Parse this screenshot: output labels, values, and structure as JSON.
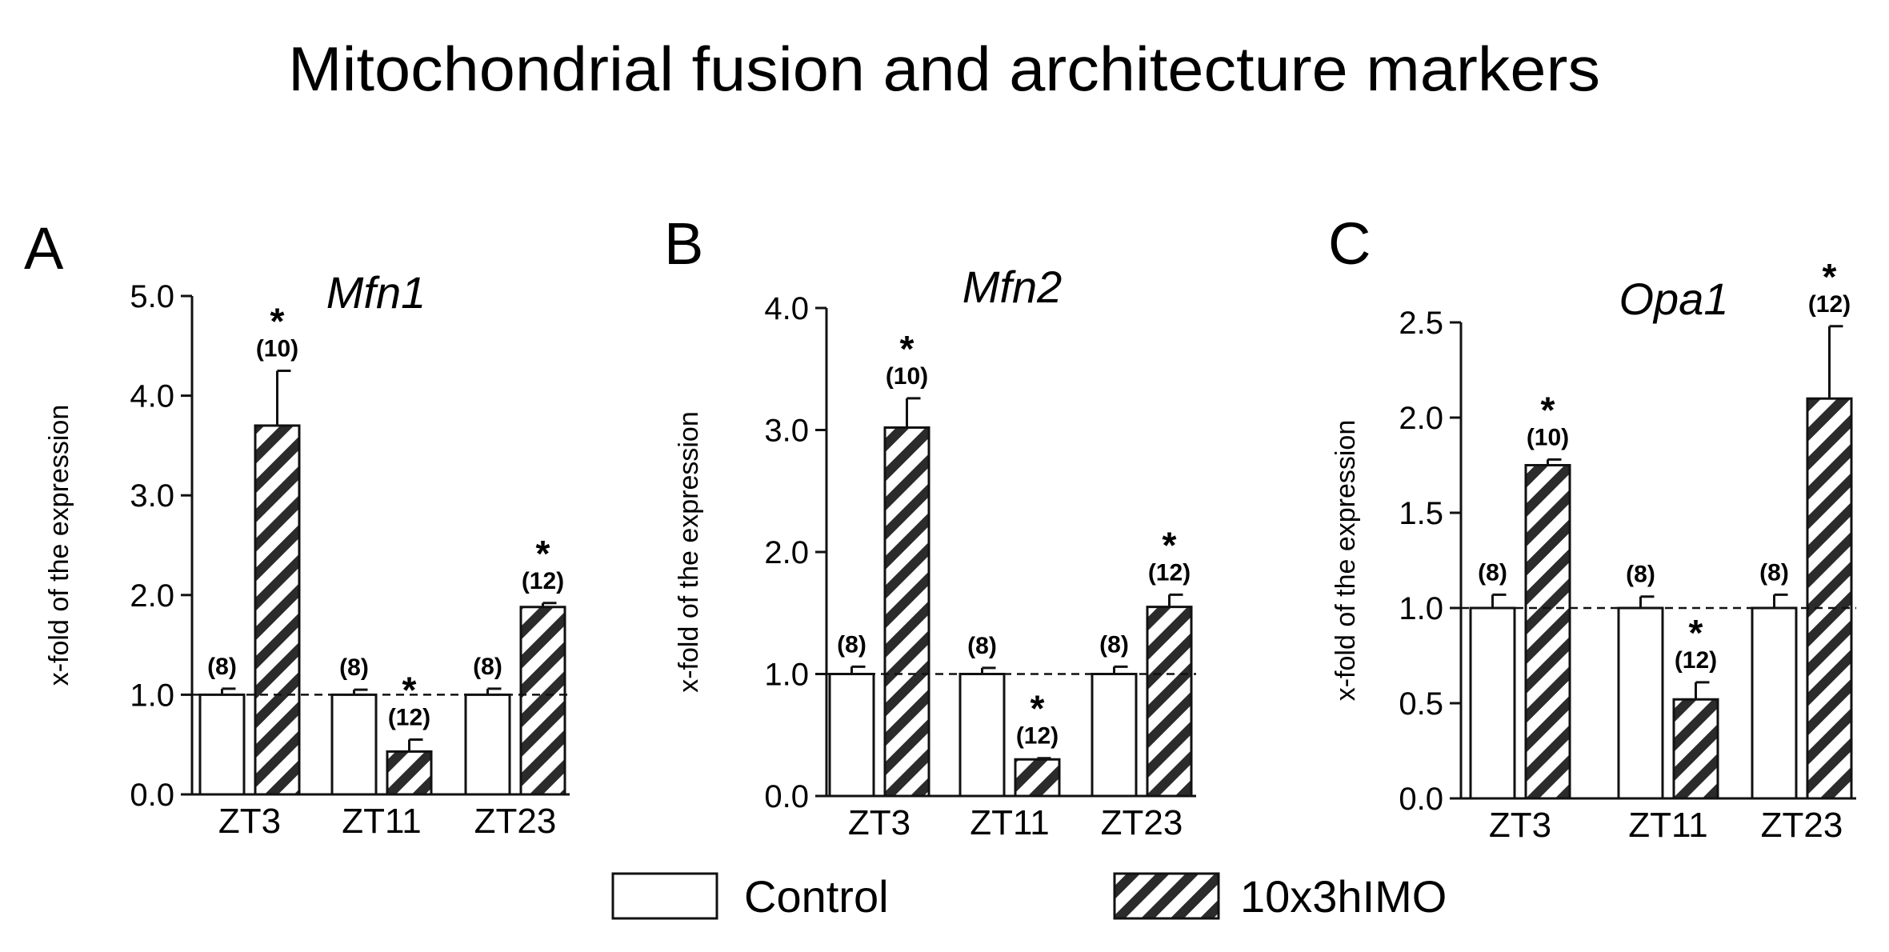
{
  "title": "Mitochondrial fusion and architecture markers",
  "legend": {
    "items": [
      {
        "label": "Control",
        "pattern": "open"
      },
      {
        "label": "10x3hIMO",
        "pattern": "hatched"
      }
    ]
  },
  "colors": {
    "stroke": "#111111",
    "fill": "#ffffff"
  },
  "chart_data": [
    {
      "type": "bar",
      "panel": "A",
      "title": "Mfn1",
      "ylabel": "x-fold of the expression",
      "xlabel": "",
      "ylim": [
        0,
        5
      ],
      "yticks": [
        "0.0",
        "1.0",
        "2.0",
        "3.0",
        "4.0",
        "5.0"
      ],
      "reference_line": 1.0,
      "categories": [
        "ZT3",
        "ZT11",
        "ZT23"
      ],
      "series": [
        {
          "name": "Control",
          "values": [
            1.0,
            1.0,
            1.0
          ],
          "errors": [
            0.06,
            0.05,
            0.06
          ],
          "n": [
            "(8)",
            "(8)",
            "(8)"
          ],
          "significant": [
            false,
            false,
            false
          ]
        },
        {
          "name": "10x3hIMO",
          "values": [
            3.7,
            0.43,
            1.88
          ],
          "errors": [
            0.55,
            0.12,
            0.04
          ],
          "n": [
            "(10)",
            "(12)",
            "(12)"
          ],
          "significant": [
            true,
            true,
            true
          ]
        }
      ]
    },
    {
      "type": "bar",
      "panel": "B",
      "title": "Mfn2",
      "ylabel": "x-fold of the expression",
      "xlabel": "",
      "ylim": [
        0,
        4
      ],
      "yticks": [
        "0.0",
        "1.0",
        "2.0",
        "3.0",
        "4.0"
      ],
      "reference_line": 1.0,
      "categories": [
        "ZT3",
        "ZT11",
        "ZT23"
      ],
      "series": [
        {
          "name": "Control",
          "values": [
            1.0,
            1.0,
            1.0
          ],
          "errors": [
            0.06,
            0.05,
            0.06
          ],
          "n": [
            "(8)",
            "(8)",
            "(8)"
          ],
          "significant": [
            false,
            false,
            false
          ]
        },
        {
          "name": "10x3hIMO",
          "values": [
            3.02,
            0.3,
            1.55
          ],
          "errors": [
            0.24,
            0.01,
            0.1
          ],
          "n": [
            "(10)",
            "(12)",
            "(12)"
          ],
          "significant": [
            true,
            true,
            true
          ]
        }
      ]
    },
    {
      "type": "bar",
      "panel": "C",
      "title": "Opa1",
      "ylabel": "x-fold of the expression",
      "xlabel": "",
      "ylim": [
        0,
        2.5
      ],
      "yticks": [
        "0.0",
        "0.5",
        "1.0",
        "1.5",
        "2.0",
        "2.5"
      ],
      "reference_line": 1.0,
      "categories": [
        "ZT3",
        "ZT11",
        "ZT23"
      ],
      "series": [
        {
          "name": "Control",
          "values": [
            1.0,
            1.0,
            1.0
          ],
          "errors": [
            0.07,
            0.06,
            0.07
          ],
          "n": [
            "(8)",
            "(8)",
            "(8)"
          ],
          "significant": [
            false,
            false,
            false
          ]
        },
        {
          "name": "10x3hIMO",
          "values": [
            1.75,
            0.52,
            2.1
          ],
          "errors": [
            0.03,
            0.09,
            0.38
          ],
          "n": [
            "(10)",
            "(12)",
            "(12)"
          ],
          "significant": [
            true,
            true,
            true
          ]
        }
      ]
    }
  ]
}
